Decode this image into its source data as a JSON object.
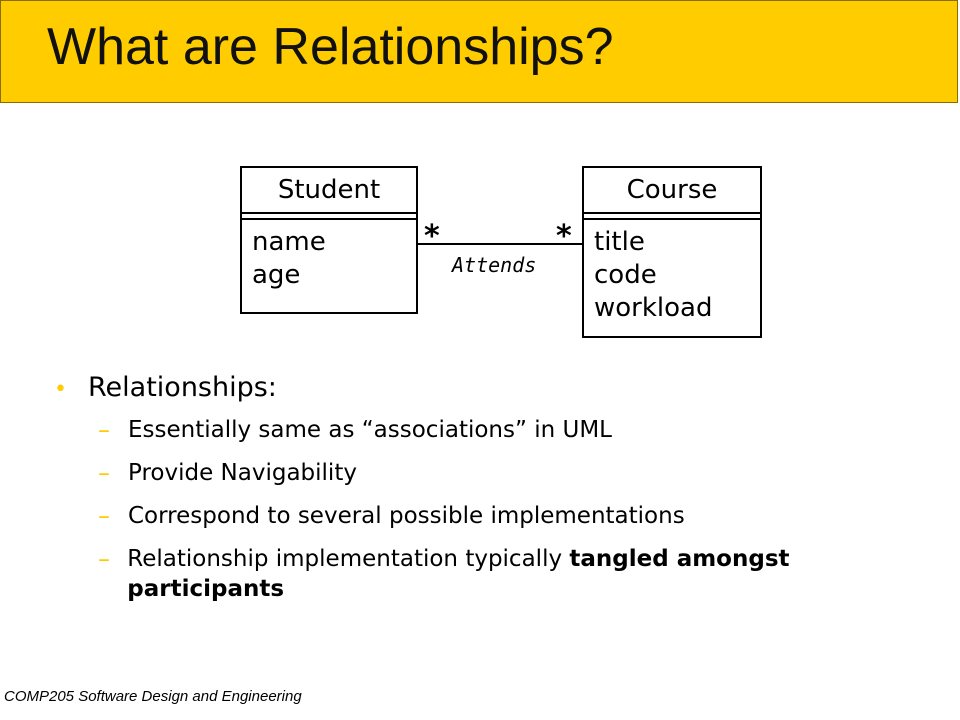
{
  "slide": {
    "title": "What are Relationships?",
    "footer": "COMP205 Software Design and Engineering",
    "accent_color": "#ffcc00"
  },
  "diagram": {
    "classes": [
      {
        "name": "Student",
        "attributes": [
          "name",
          "age"
        ]
      },
      {
        "name": "Course",
        "attributes": [
          "title",
          "code",
          "workload"
        ]
      }
    ],
    "association": {
      "label": "Attends",
      "left_multiplicity": "*",
      "right_multiplicity": "*"
    }
  },
  "bullets": [
    {
      "text": "Relationships:",
      "subitems": [
        {
          "text": "Essentially same as “associations” in UML"
        },
        {
          "text": "Provide Navigability"
        },
        {
          "text": "Correspond to several possible implementations"
        },
        {
          "text_prefix": "Relationship implementation typically ",
          "text_bold": "tangled amongst participants"
        }
      ]
    }
  ]
}
